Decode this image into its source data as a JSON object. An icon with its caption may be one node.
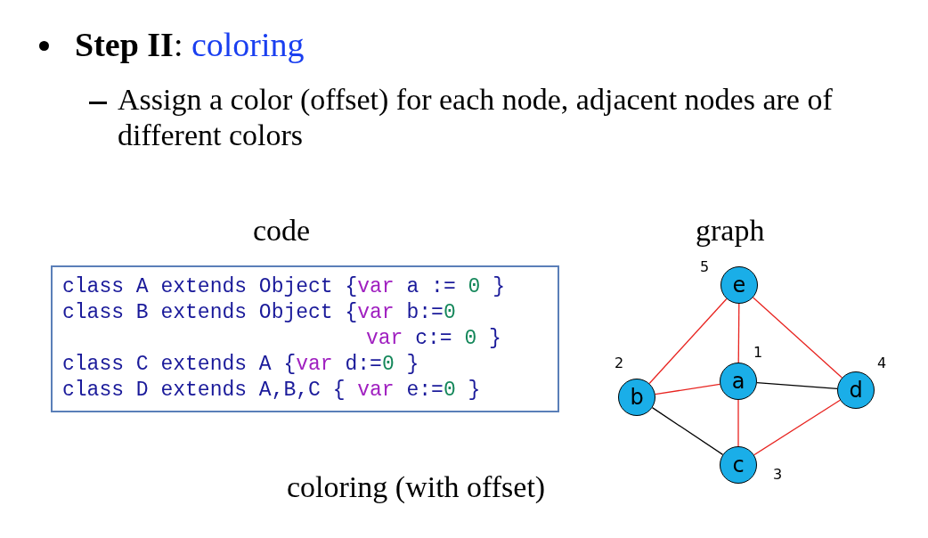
{
  "diagram": {
    "caption": "coloring (with offset)",
    "nodes": [
      {
        "text": [
          "class A extends Object {var a := 0 }",
          "class B extends Object {var b:=0",
          "var c:= 0 }",
          "class C extends A {var d:=0 }",
          "class D extends A,B,C { var e:=0 }"
        ]
      },
      {
        "text": [
          "e"
        ],
        "beside": [
          "5"
        ]
      },
      {
        "text": [
          "a"
        ],
        "beside": [
          "1"
        ]
      },
      {
        "text": [
          "b"
        ],
        "beside": [
          "2"
        ]
      },
      {
        "text": [
          "d"
        ],
        "beside": [
          "4"
        ]
      },
      {
        "text": [
          "c"
        ],
        "beside": [
          "3"
        ]
      }
    ],
    "edges": [
      {
        "from": 1,
        "to": 3,
        "arrow": "none"
      },
      {
        "from": 1,
        "to": 2,
        "arrow": "none"
      },
      {
        "from": 1,
        "to": 4,
        "arrow": "none"
      },
      {
        "from": 3,
        "to": 2,
        "arrow": "none"
      },
      {
        "from": 2,
        "to": 4,
        "arrow": "none",
        "color": "#000000"
      },
      {
        "from": 2,
        "to": 5,
        "arrow": "none"
      },
      {
        "from": 3,
        "to": 5,
        "arrow": "none",
        "color": "#000000"
      },
      {
        "from": 5,
        "to": 4,
        "arrow": "none"
      }
    ],
    "labels": [
      "Step II",
      ": ",
      "coloring",
      "Assign a color (offset) for each node, adjacent nodes are of different colors",
      "code",
      "graph"
    ]
  }
}
